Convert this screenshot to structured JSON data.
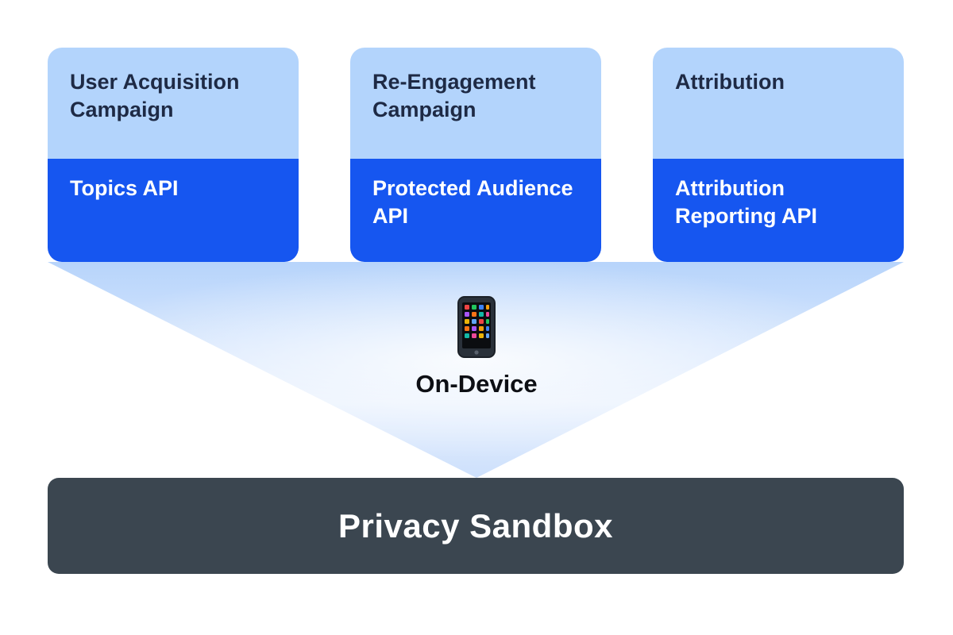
{
  "diagram": {
    "cards": [
      {
        "title": "User Acquisition Campaign",
        "api": "Topics API"
      },
      {
        "title": "Re-Engagement Campaign",
        "api": "Protected Audience API"
      },
      {
        "title": "Attribution",
        "api": "Attribution Reporting API"
      }
    ],
    "device": {
      "icon": "smartphone-icon",
      "label": "On-Device"
    },
    "bottom_bar": {
      "label": "Privacy Sandbox"
    },
    "colors": {
      "card_header_bg": "#B3D4FC",
      "card_header_text": "#1E2A45",
      "card_body_bg": "#1656F0",
      "card_body_text": "#FFFFFF",
      "funnel_top": "#B7D4FB",
      "funnel_mid": "#E7F0FE",
      "funnel_tip": "#CDE0FC",
      "bottom_bar_bg": "#3B4650",
      "bottom_bar_text": "#FFFFFF"
    }
  }
}
